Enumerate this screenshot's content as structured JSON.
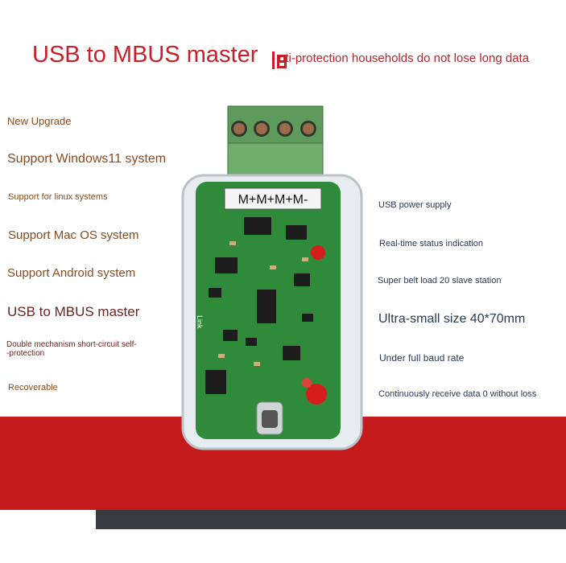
{
  "title": "USB to MBUS master",
  "subtitle": "nti-protection households do not lose long data",
  "left_features": [
    "New Upgrade",
    "Support Windows11 system",
    "Support for linux systems",
    "Support Mac OS system",
    "Support Android system",
    "USB to MBUS master",
    "Double mechanism short-circuit self-",
    "-protection",
    "Recoverable"
  ],
  "right_features": [
    "USB power supply",
    "Real-time status indication",
    "Super belt load 20 slave station",
    "Ultra-small size 40*70mm",
    "Under full baud rate",
    "Continuously receive data 0 without loss"
  ],
  "device": {
    "terminal_label": "M+M+M+M-",
    "board_text": "Link"
  },
  "colors": {
    "accent_red": "#c41a1c",
    "title_red": "#c8202a",
    "board_green": "#2f8a3a",
    "dark_band": "#3a3b40"
  }
}
